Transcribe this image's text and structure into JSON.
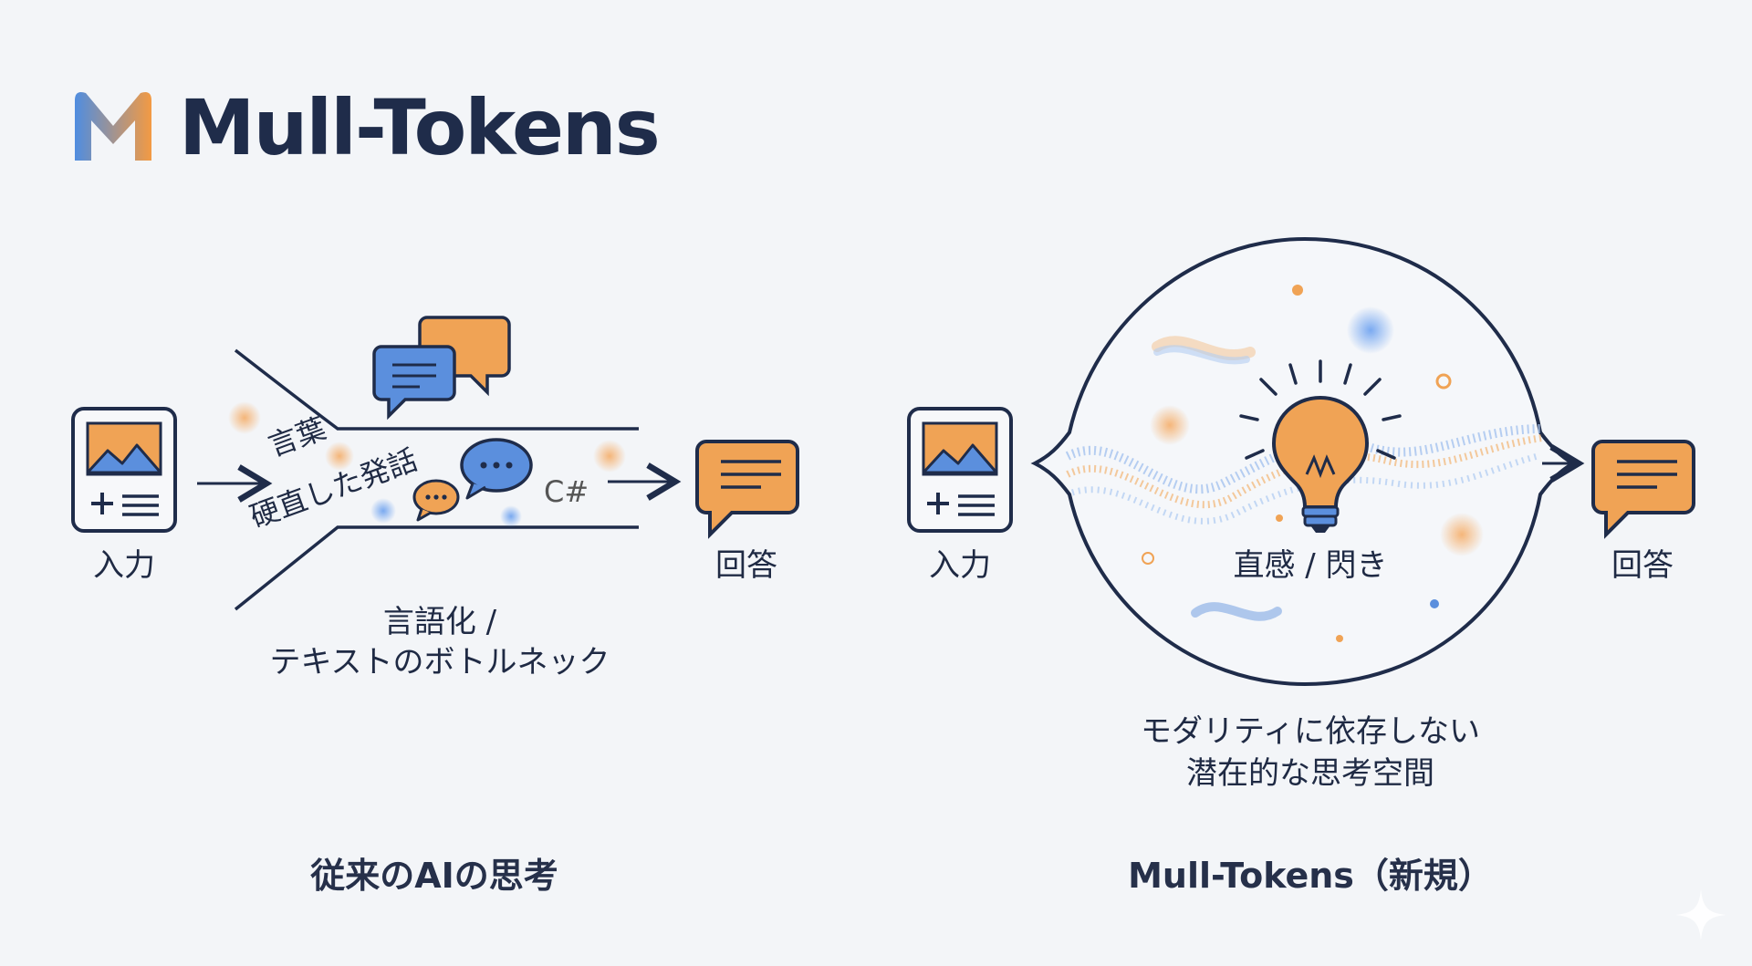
{
  "header": {
    "title": "Mull-Tokens"
  },
  "left": {
    "input_label": "入力",
    "output_label": "回答",
    "word_1": "言葉",
    "word_2": "硬直した発話",
    "code_text": "C#",
    "bottleneck_line1": "言語化 /",
    "bottleneck_line2": "テキストのボトルネック",
    "caption": "従来のAIの思考"
  },
  "right": {
    "input_label": "入力",
    "output_label": "回答",
    "inside_label": "直感 / 閃き",
    "space_line1": "モダリティに依存しない",
    "space_line2": "潜在的な思考空間",
    "caption": "Mull-Tokens（新規）"
  },
  "colors": {
    "navy": "#1f2c4a",
    "orange": "#f0a355",
    "blue": "#5b8fdd",
    "light_blue": "#a9c6ef"
  }
}
